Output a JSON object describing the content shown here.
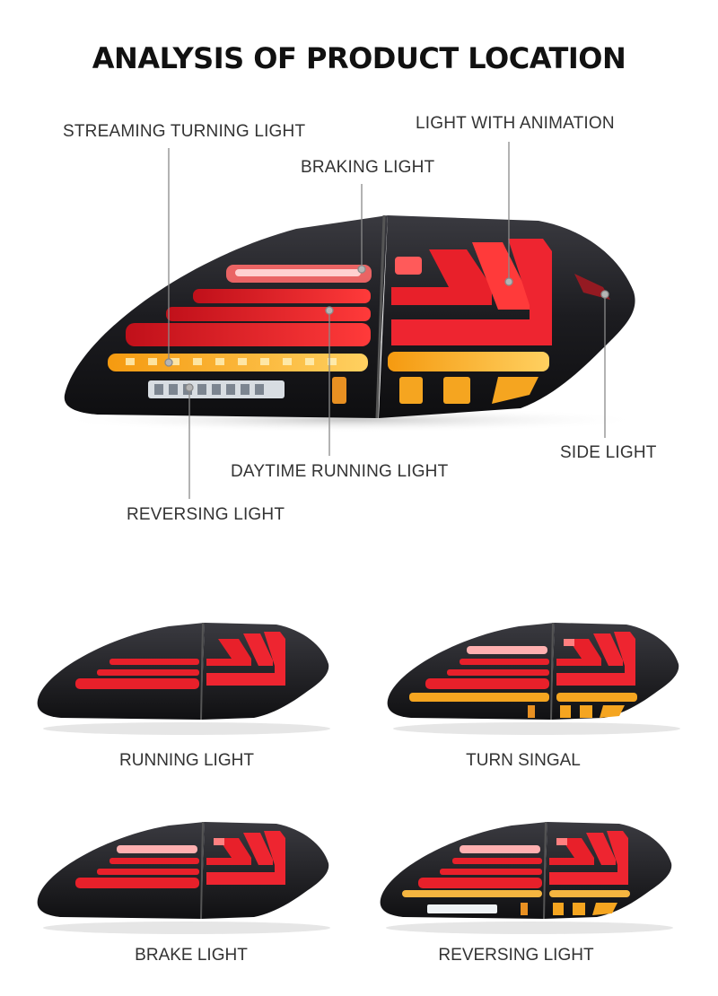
{
  "title": "ANALYSIS OF PRODUCT LOCATION",
  "callouts": {
    "streaming_turning": "STREAMING TURNING LIGHT",
    "light_with_animation": "LIGHT WITH ANIMATION",
    "braking": "BRAKING LIGHT",
    "side": "SIDE LIGHT",
    "daytime_running": "DAYTIME RUNNING LIGHT",
    "reversing": "REVERSING LIGHT"
  },
  "variants": [
    {
      "caption": "RUNNING LIGHT"
    },
    {
      "caption": "TURN SINGAL"
    },
    {
      "caption": "BRAKE LIGHT"
    },
    {
      "caption": "REVERSING LIGHT"
    }
  ],
  "colors": {
    "lens_dark": "#1a1a1e",
    "lens_red": "#e8202a",
    "lens_amber": "#f2a51e",
    "reverse_white": "#e9ecef",
    "leader_line": "#8a8a8a"
  }
}
